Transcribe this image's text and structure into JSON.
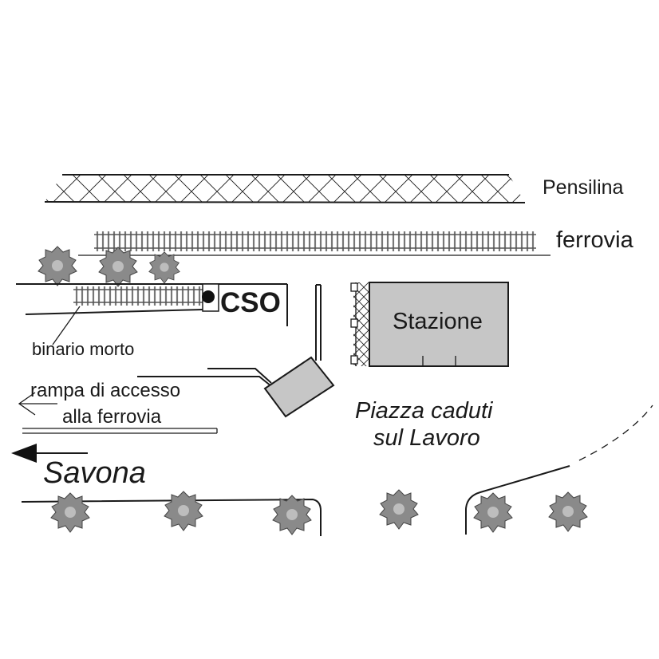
{
  "labels": {
    "pensilina": "Pensilina",
    "ferrovia": "ferrovia",
    "cso": "CSO",
    "stazione": "Stazione",
    "binario_morto": "binario morto",
    "rampa_line1": "rampa di accesso",
    "rampa_line2": "alla ferrovia",
    "piazza_line1": "Piazza caduti",
    "piazza_line2": "sul Lavoro",
    "savona": "Savona"
  },
  "colors": {
    "ink": "#1a1a1a",
    "building_fill": "#c6c6c6",
    "tree_fill": "#8a8a8a"
  },
  "icons": {
    "tree": "tree-icon",
    "arrow": "arrow-left-icon",
    "marker": "location-dot-icon"
  }
}
